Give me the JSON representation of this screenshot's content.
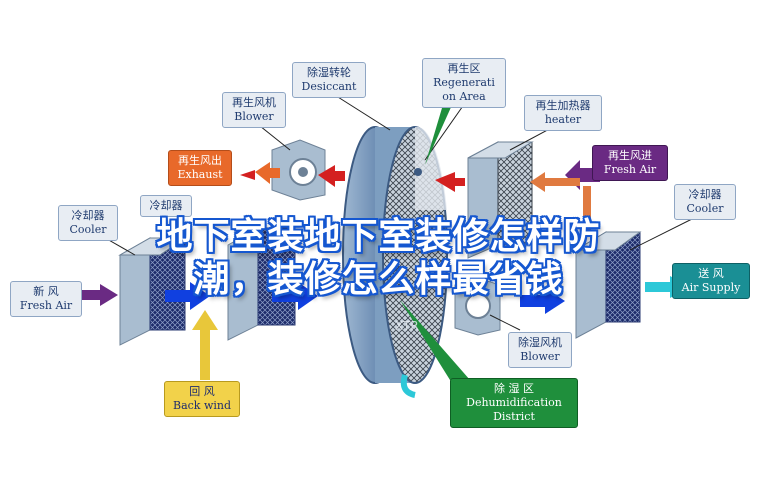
{
  "labels": {
    "desiccant_wheel": {
      "cn": "除湿转轮",
      "en": "Desiccant"
    },
    "regeneration_area": {
      "cn": "再生区",
      "en1": "Regenerati",
      "en2": "on Area"
    },
    "regen_blower": {
      "cn": "再生风机",
      "en": "Blower"
    },
    "regen_heater": {
      "cn": "再生加热器",
      "en": "heater"
    },
    "regen_exhaust": {
      "cn": "再生风出",
      "en": "Exhaust"
    },
    "regen_fresh_air": {
      "cn": "再生风进",
      "en": "Fresh Air"
    },
    "cooler_left": {
      "cn": "冷却器",
      "en": "Cooler"
    },
    "cooler_left_2": {
      "cn": "冷却器"
    },
    "cooler_right": {
      "cn": "冷却器",
      "en": "Cooler"
    },
    "fresh_air_in": {
      "cn": "新    风",
      "en": "Fresh Air"
    },
    "air_supply": {
      "cn": "送  风",
      "en": "Air Supply"
    },
    "dehum_blower": {
      "cn": "除湿风机",
      "en": "Blower"
    },
    "back_wind": {
      "cn": "回    风",
      "en": "Back wind"
    },
    "dehum_district": {
      "cn": "除    湿    区",
      "en1": "Dehumidification",
      "en2": "District"
    }
  },
  "title": {
    "line1": "地下室装地下室装修怎样防",
    "line2": "潮，装修怎么样最省钱"
  },
  "watermark": "XTR",
  "colors": {
    "equipment_gray": "#a9bdd0",
    "wheel_blue": "#7d9ec0",
    "arrow_red": "#d42020",
    "arrow_blue": "#1040e0",
    "arrow_purple": "#6a2a83",
    "arrow_yellow": "#e8c73a",
    "arrow_cyan": "#2cc8d8",
    "arrow_orange": "#e07a40",
    "title_stroke": "#1557d0"
  }
}
